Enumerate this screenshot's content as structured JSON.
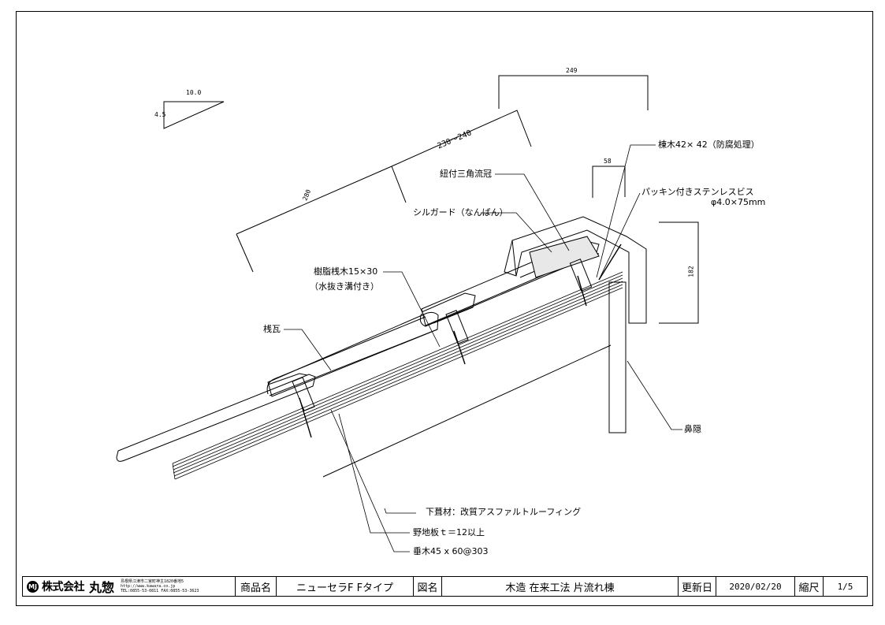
{
  "labels": {
    "ridge_wood": "棟木42× 42（防腐処理）",
    "packing_screw_line1": "パッキン付きステンレスビス",
    "packing_screw_line2": "φ4.0×75mm",
    "cap_tile": "紐付三角流冠",
    "sealant": "シルガード（なんばん）",
    "resin_batten_line1": "樹脂桟木15×30",
    "resin_batten_line2": "（水抜き溝付き）",
    "tile": "桟瓦",
    "fascia": "鼻隠",
    "underlay": "下葺材：改質アスファルトルーフィング",
    "sheathing": "野地板ｔ＝12以上",
    "rafter": "垂木45 x 60@303"
  },
  "dimensions": {
    "slope_run": "10.0",
    "slope_rise": "4.5",
    "dim_249": "249",
    "dim_230_240": "230～240",
    "dim_280": "280",
    "dim_58": "58",
    "dim_182": "182"
  },
  "title_block": {
    "logo_mark": "MJ",
    "company_name": "株式会社",
    "brand": "丸惣",
    "address": "島根県江津市二宮町神主1820番地5",
    "url": "http://www.kawara.co.jp",
    "tel_fax": "TEL:0855-53-0811 FAX:0855-53-3623",
    "product_key": "商品名",
    "product_value": "ニューセラF Fタイプ",
    "drawing_key": "図名",
    "drawing_value": "木造 在来工法 片流れ棟",
    "updated_key": "更新日",
    "updated_value": "2020/02/20",
    "scale_key": "縮尺",
    "scale_value": "1/5"
  }
}
